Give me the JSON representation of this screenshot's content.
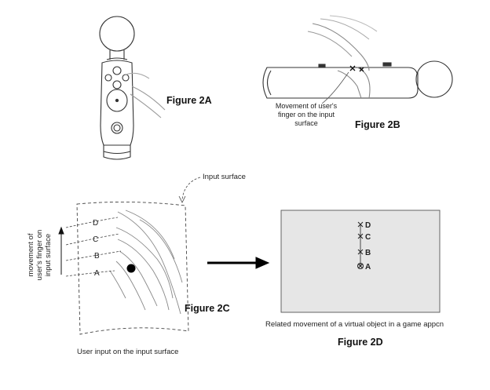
{
  "figures": {
    "fig2a": {
      "title": "Figure 2A"
    },
    "fig2b": {
      "title": "Figure 2B",
      "caption_lines": [
        "Movement of user's",
        "finger on the input",
        "surface"
      ]
    },
    "fig2c": {
      "title": "Figure 2C",
      "input_surface_label": "Input surface",
      "axis_label_lines": [
        "movement of",
        "user's finger on",
        "input surface"
      ],
      "points": [
        "D",
        "C",
        "B",
        "A"
      ],
      "caption": "User input on the input surface"
    },
    "fig2d": {
      "title": "Figure 2D",
      "points": [
        "D",
        "C",
        "B",
        "A"
      ],
      "caption": "Related movement of a virtual object in a game appcn"
    }
  },
  "colors": {
    "ink": "#111111",
    "line": "#555555",
    "screen_fill": "#e6e6e6"
  }
}
